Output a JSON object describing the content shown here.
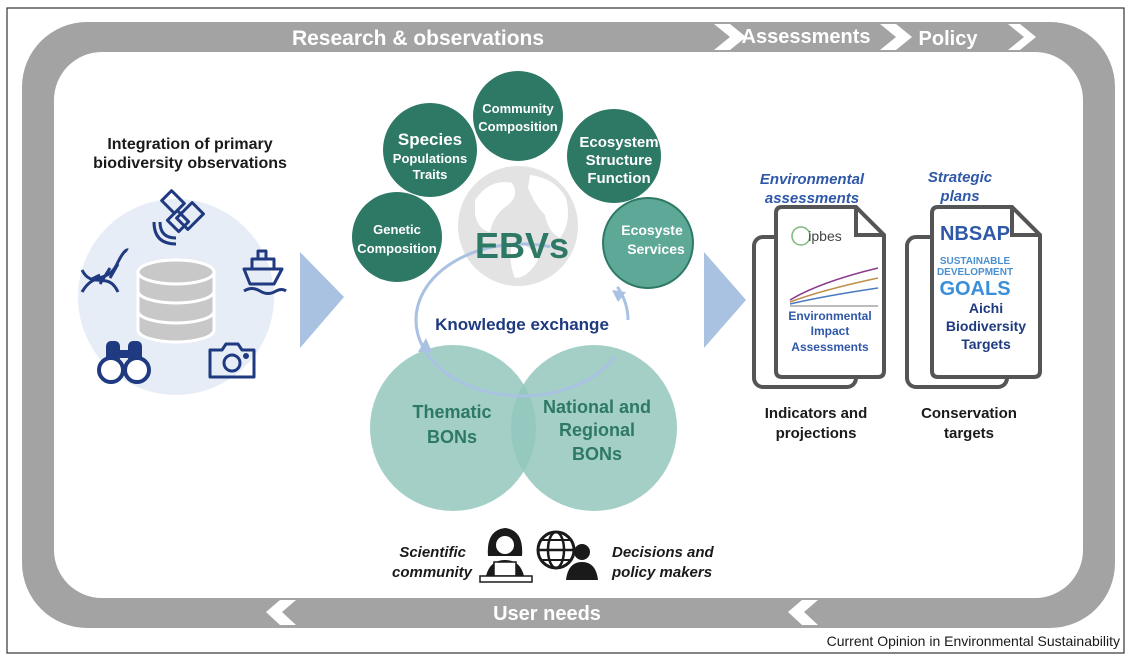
{
  "banner": {
    "research_label": "Research & observations",
    "assessments_label": "Assessments",
    "policy_label": "Policy",
    "user_needs_label": "User needs"
  },
  "integration": {
    "title_line1": "Integration of primary",
    "title_line2": "biodiversity observations",
    "icons": [
      "satellite-icon",
      "dna-icon",
      "ship-icon",
      "database-icon",
      "binoculars-icon",
      "camera-icon"
    ]
  },
  "ebvs": {
    "center_label": "EBVs",
    "classes": [
      {
        "lines": [
          "Genetic",
          "Composition"
        ]
      },
      {
        "lines": [
          "Species",
          "Populations",
          "Traits"
        ]
      },
      {
        "lines": [
          "Community",
          "Composition"
        ]
      },
      {
        "lines": [
          "Ecosystem",
          "Structure",
          "Function"
        ]
      },
      {
        "lines": [
          "Ecosyste",
          "Services"
        ]
      }
    ],
    "knowledge_exchange": "Knowledge exchange"
  },
  "bons": {
    "thematic": [
      "Thematic",
      "BONs"
    ],
    "national": [
      "National and",
      "Regional",
      "BONs"
    ]
  },
  "users": {
    "scientific": [
      "Scientific",
      "community"
    ],
    "decisions": [
      "Decisions and",
      "policy makers"
    ]
  },
  "assessments": {
    "heading": [
      "Environmental",
      "assessments"
    ],
    "doc_logo": "ipbes",
    "doc_text": [
      "Environmental",
      "Impact",
      "Assessments"
    ],
    "caption": [
      "Indicators and",
      "projections"
    ]
  },
  "policy": {
    "heading": [
      "Strategic",
      "plans"
    ],
    "nbsap": "NBSAP",
    "sdg": [
      "SUSTAINABLE",
      "DEVELOPMENT"
    ],
    "goals": "GOALS",
    "aichi": [
      "Aichi",
      "Biodiversity",
      "Targets"
    ],
    "caption": [
      "Conservation",
      "targets"
    ]
  },
  "footer": {
    "journal": "Current Opinion in Environmental Sustainability"
  },
  "colors": {
    "frame": "#a3a3a3",
    "dark_green": "#2e7866",
    "light_green": "#5ea898",
    "bon_green": "#93c7bc",
    "navy": "#1f3a80",
    "arrow_blue": "#aac2e2"
  }
}
